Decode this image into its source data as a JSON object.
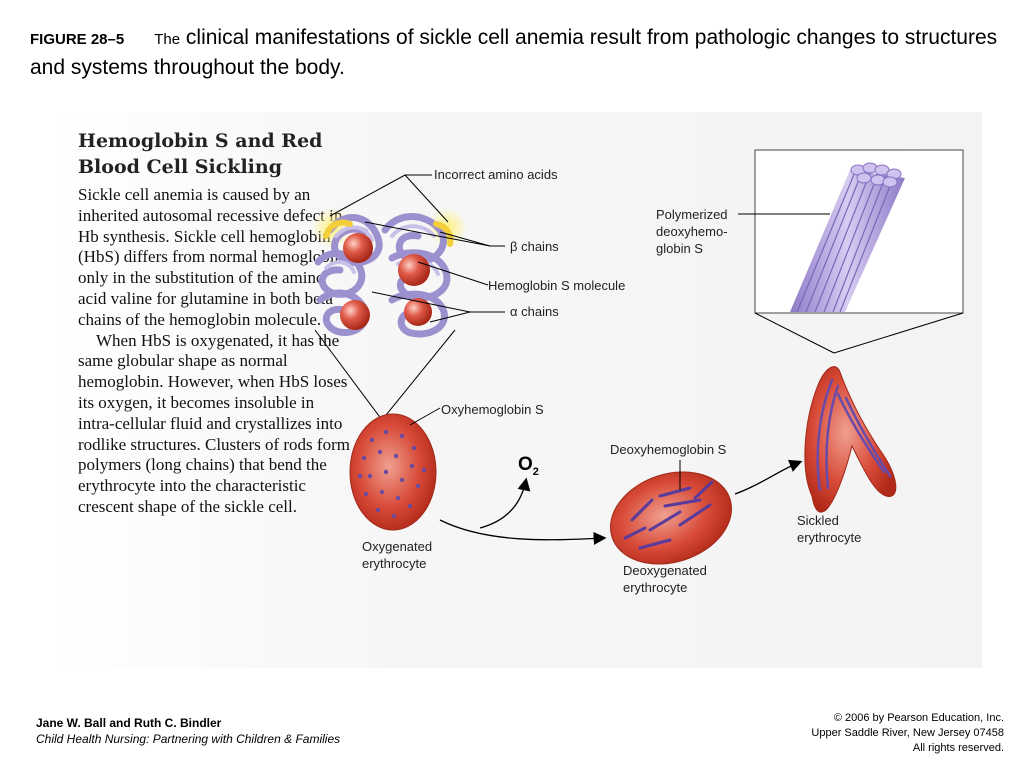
{
  "caption": {
    "figure_label": "FIGURE 28–5",
    "lead": "The",
    "text": "clinical manifestations of sickle cell anemia result from pathologic changes to structures and systems throughout the body."
  },
  "panel": {
    "heading": "Hemoglobin S and Red Blood Cell Sickling",
    "paragraph1": "Sickle cell anemia is caused by an inherited autosomal recessive defect in Hb synthesis. Sickle cell hemoglobin (HbS) differs from normal hemoglobin only in the substitution of the amino acid valine for glutamine in both beta chains of the hemoglobin molecule.",
    "paragraph2": "When HbS is oxygenated, it has the same globular shape as normal hemoglobin. However, when HbS loses its oxygen, it becomes insoluble in intra-cellular fluid and crystallizes into rodlike structures. Clusters of rods form polymers (long chains) that bend the erythrocyte into the characteristic crescent shape of the sickle cell."
  },
  "labels": {
    "incorrect_amino_acids": "Incorrect amino acids",
    "beta_chains": "β chains",
    "hemoglobin_s_molecule": "Hemoglobin S molecule",
    "alpha_chains": "α chains",
    "oxyhemoglobin_s": "Oxyhemoglobin S",
    "polymerized": "Polymerized deoxyhemo-globin S",
    "o2": "O",
    "o2_sub": "2",
    "deoxyhemoglobin_s": "Deoxyhemoglobin S",
    "oxygenated_erythrocyte": "Oxygenated erythrocyte",
    "deoxygenated_erythrocyte": "Deoxygenated erythrocyte",
    "sickled_erythrocyte": "Sickled erythrocyte"
  },
  "footer": {
    "authors": "Jane W. Ball and Ruth C. Bindler",
    "book": "Child Health Nursing: Partnering with Children & Families",
    "copyright": "© 2006 by Pearson Education, Inc.",
    "address": "Upper Saddle River, New Jersey 07458",
    "rights": "All rights reserved."
  },
  "colors": {
    "cell_red": "#c8322a",
    "chain_purple": "#8a7ec0",
    "highlight_yellow": "#f5d94a",
    "fiber_lavender": "#b8a8e0"
  }
}
